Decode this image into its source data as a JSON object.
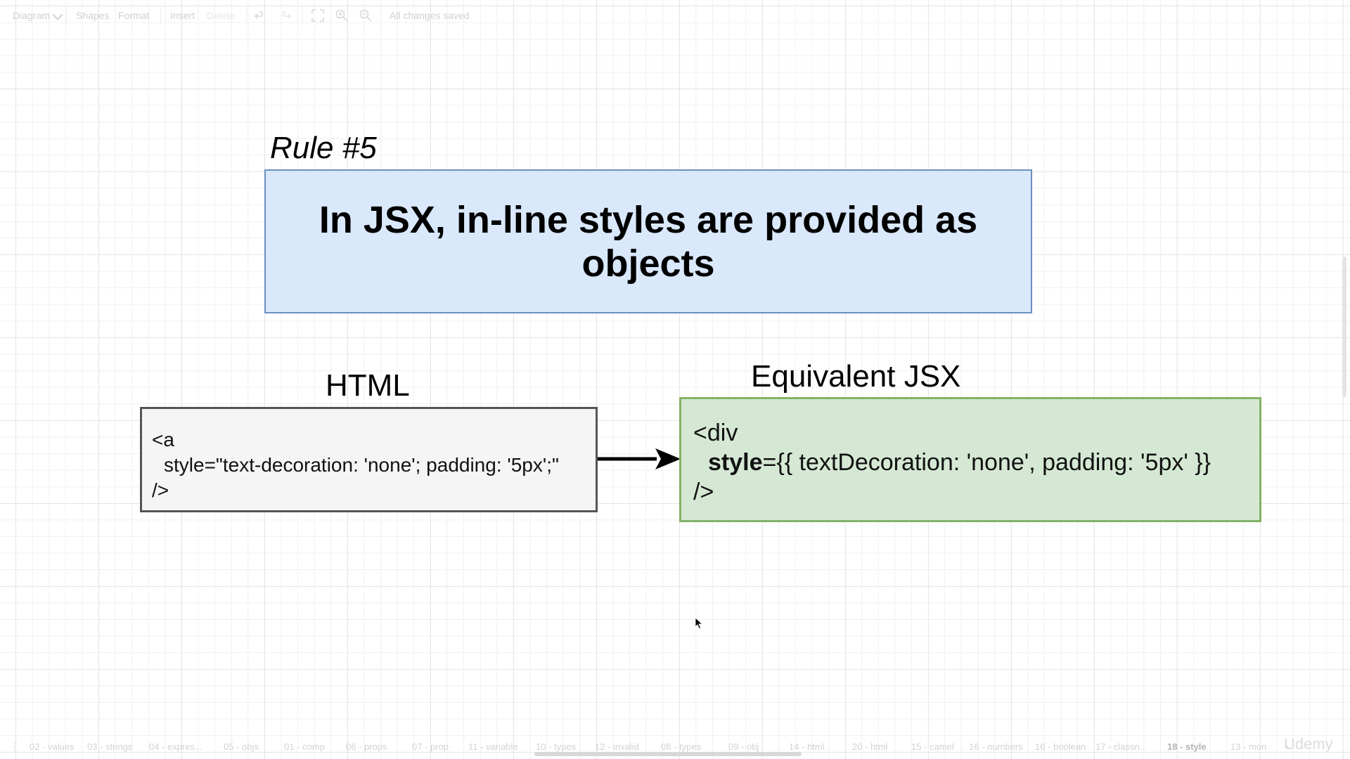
{
  "toolbar": {
    "diagram_menu": "Diagram",
    "shapes": "Shapes",
    "format": "Format",
    "insert": "Insert",
    "delete": "Delete",
    "status": "All changes saved"
  },
  "diagram": {
    "rule_label": "Rule #5",
    "rule_text": "In JSX, in-line styles are provided as objects",
    "html_label": "HTML",
    "html_code": {
      "line1": "<a",
      "line2": "style=\"text-decoration: 'none'; padding: '5px';\"",
      "line3": "/>"
    },
    "jsx_label": "Equivalent JSX",
    "jsx_code": {
      "line1": "<div",
      "line2_key": "style",
      "line2_rest": "={{ textDecoration: 'none', padding: '5px' }}",
      "line3": "/>"
    }
  },
  "pages": [
    "02 - values",
    "03 - strings",
    "04 - expres...",
    "05 - objs",
    "01 - comp",
    "06 - props",
    "07 - prop",
    "11 - variable",
    "10 - types",
    "12 - invalid",
    "08 - types",
    "09 - obj",
    "14 - html",
    "20 - html",
    "15 - camel",
    "16 - numbers",
    "16 - boolean",
    "17 - classn...",
    "18 - style",
    "13 - mon"
  ],
  "active_page": "18 - style",
  "watermark": "Udemy",
  "colors": {
    "rule_fill": "#dae8fc",
    "rule_stroke": "#6c8ebf",
    "html_fill": "#f5f5f5",
    "html_stroke": "#555555",
    "jsx_fill": "#d5e8d4",
    "jsx_stroke": "#82b366"
  }
}
